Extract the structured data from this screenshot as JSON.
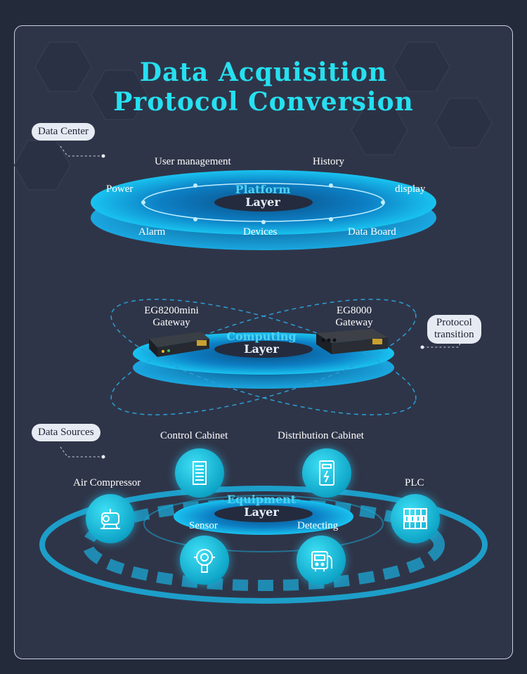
{
  "title": {
    "line1": "Data Acquisition",
    "line2": "Protocol Conversion"
  },
  "tags": {
    "data_center": "Data Center",
    "protocol_line1": "Protocol",
    "protocol_line2": "transition",
    "data_sources": "Data Sources"
  },
  "platform": {
    "layer_line1": "Platform",
    "layer_line2": "Layer",
    "labels": {
      "user_management": "User management",
      "history": "History",
      "power": "Power",
      "display": "display",
      "alarm": "Alarm",
      "devices": "Devices",
      "data_board": "Data Board"
    }
  },
  "computing": {
    "layer_line1": "Computing",
    "layer_line2": "Layer",
    "gateway_left": {
      "model": "EG8200mini",
      "type": "Gateway"
    },
    "gateway_right": {
      "model": "EG8000",
      "type": "Gateway"
    }
  },
  "equipment": {
    "layer_line1": "Equipment",
    "layer_line2": "Layer",
    "items": {
      "control_cabinet": "Control Cabinet",
      "distribution_cabinet": "Distribution Cabinet",
      "air_compressor": "Air Compressor",
      "plc": "PLC",
      "sensor": "Sensor",
      "detecting": "Detecting"
    }
  },
  "colors": {
    "background": "#2f3548",
    "accent": "#26e0f0",
    "ring": "#1ab0e0"
  },
  "icons": [
    "cabinet-icon",
    "distribution-cabinet-icon",
    "air-compressor-icon",
    "plc-icon",
    "sensor-icon",
    "detecting-icon"
  ]
}
